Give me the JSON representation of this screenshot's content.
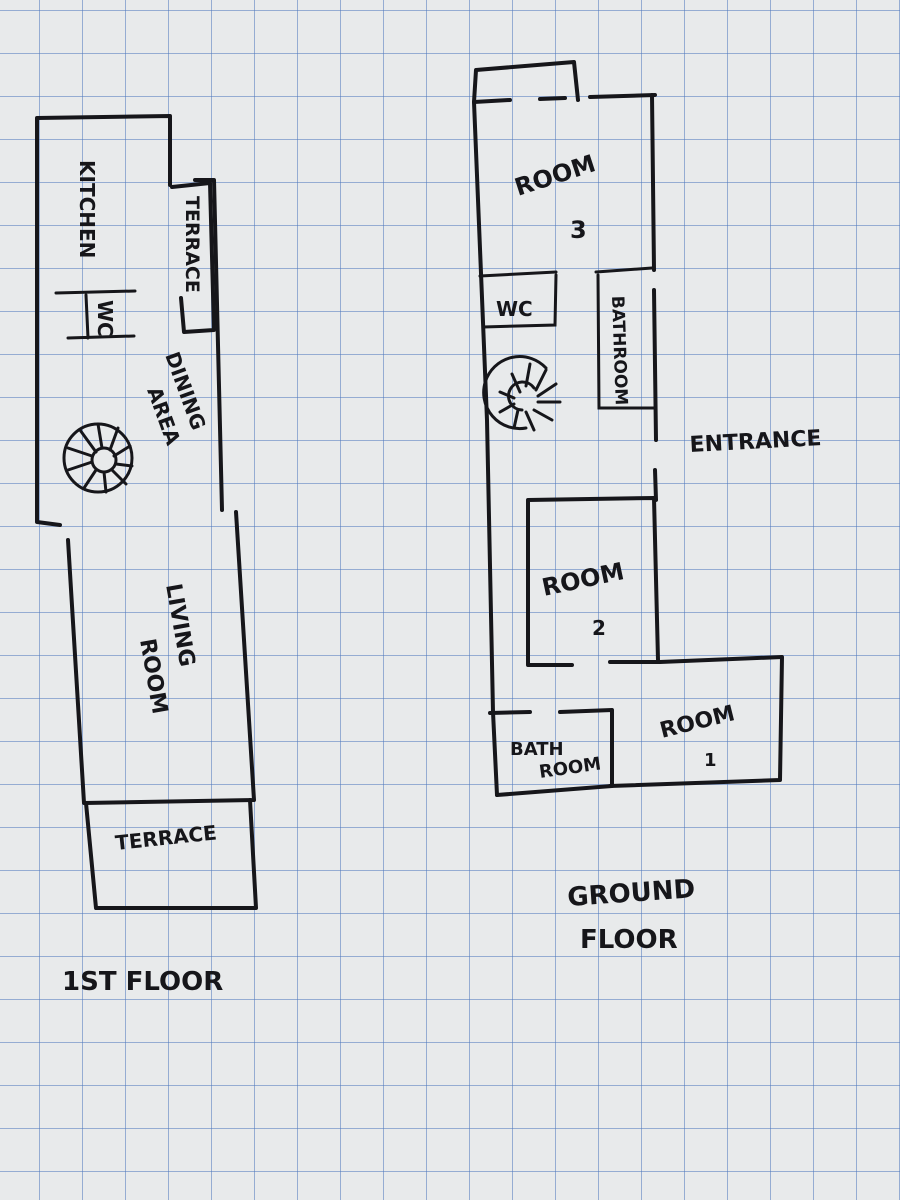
{
  "first_floor": {
    "title": "1ST FLOOR",
    "kitchen": "KITCHEN",
    "wc": "WC",
    "terrace_upper": "TERRACE",
    "dining_line1": "DINING",
    "dining_line2": "AREA",
    "living_line1": "LIVING",
    "living_line2": "ROOM",
    "terrace_lower": "TERRACE"
  },
  "ground_floor": {
    "title_line1": "GROUND",
    "title_line2": "FLOOR",
    "entrance": "ENTRANCE",
    "room3_line1": "ROOM",
    "room3_line2": "3",
    "wc": "WC",
    "bathroom_right": "BATHROOM",
    "room2_line1": "ROOM",
    "room2_line2": "2",
    "bathroom_bottom_line1": "BATH",
    "bathroom_bottom_line2": "ROOM",
    "room1_line1": "ROOM",
    "room1_line2": "1"
  }
}
